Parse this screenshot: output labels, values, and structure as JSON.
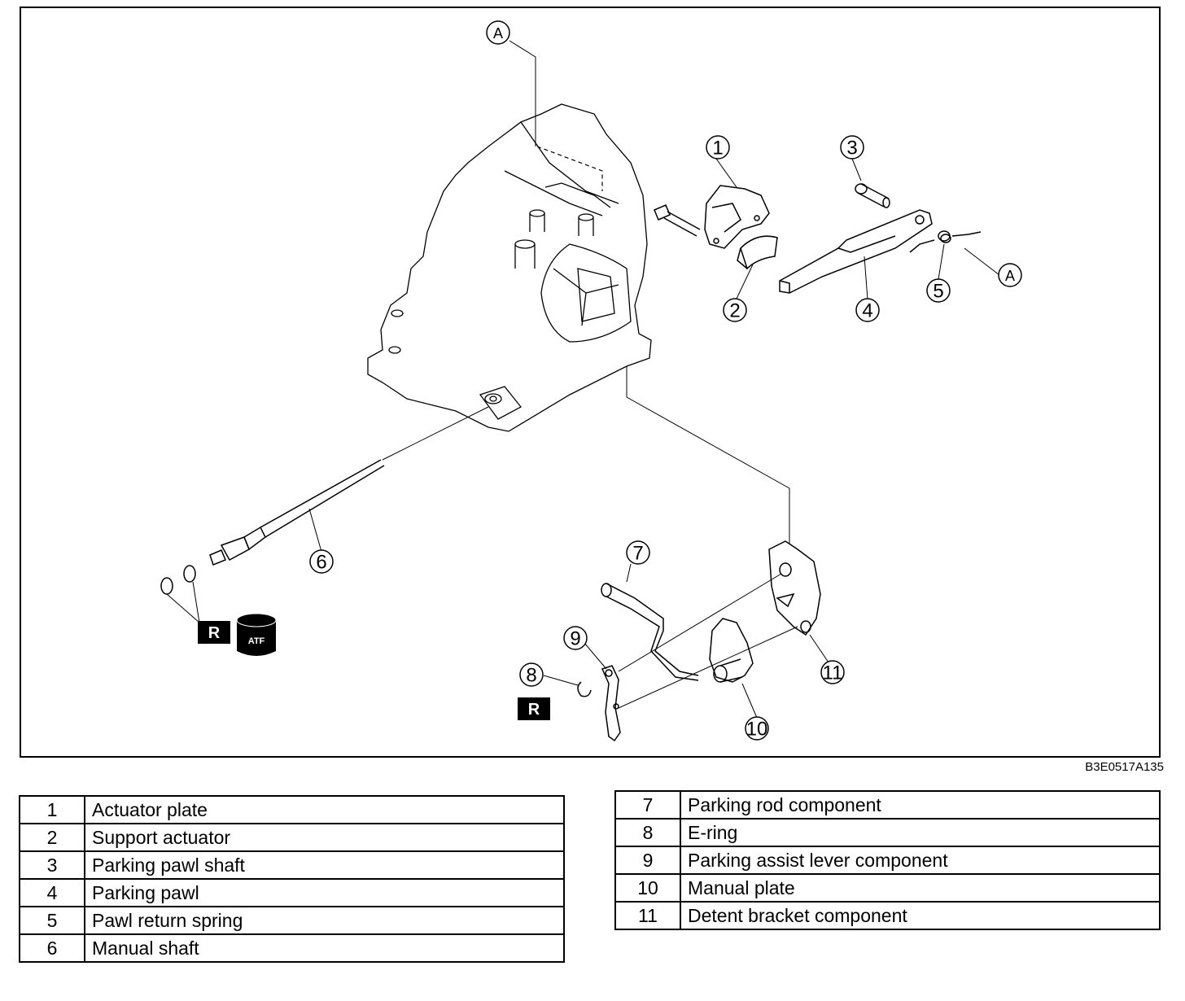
{
  "callouts": [
    "1",
    "2",
    "3",
    "4",
    "5",
    "6",
    "7",
    "8",
    "9",
    "10",
    "11"
  ],
  "reference_label": "A",
  "badge_r": "R",
  "badge_atf": "ATF",
  "figure_code": "B3E0517A135",
  "legend_left": [
    {
      "num": "1",
      "name": "Actuator plate"
    },
    {
      "num": "2",
      "name": "Support actuator"
    },
    {
      "num": "3",
      "name": "Parking pawl shaft"
    },
    {
      "num": "4",
      "name": "Parking pawl"
    },
    {
      "num": "5",
      "name": "Pawl return spring"
    },
    {
      "num": "6",
      "name": "Manual shaft"
    }
  ],
  "legend_right": [
    {
      "num": "7",
      "name": "Parking rod component"
    },
    {
      "num": "8",
      "name": "E-ring"
    },
    {
      "num": "9",
      "name": "Parking assist lever component"
    },
    {
      "num": "10",
      "name": "Manual plate"
    },
    {
      "num": "11",
      "name": "Detent bracket component"
    }
  ]
}
